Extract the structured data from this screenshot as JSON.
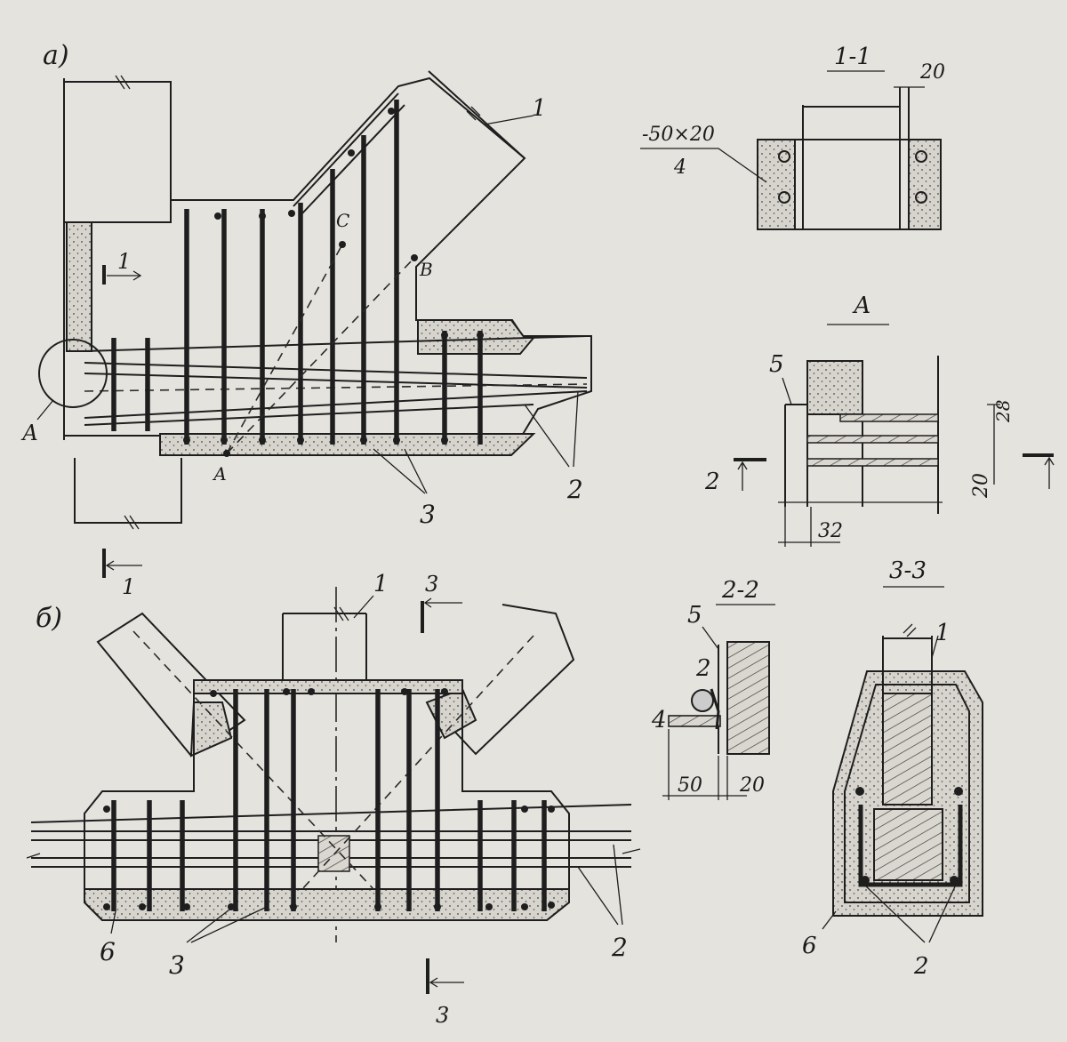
{
  "labels": {
    "view_a": "а)",
    "view_b": "б)",
    "sec_1_1": "1-1",
    "sec_2_2": "2-2",
    "sec_3_3": "3-3",
    "detail_a": "А",
    "point_a_callout": "А",
    "point_a": "А",
    "point_c": "С",
    "point_v": "В",
    "plate_size": "-50×20",
    "plate_num": "4"
  },
  "dims": {
    "d20_top": "20",
    "d28": "28",
    "d20_detail": "20",
    "d32": "32",
    "d50": "50",
    "d20_sec2": "20"
  },
  "markers": {
    "m1": "1",
    "m2": "2",
    "m3": "3",
    "m4": "4",
    "m5": "5",
    "m6": "6"
  },
  "colors": {
    "paper": "#e4e3de",
    "ink": "#1e1e1e"
  }
}
